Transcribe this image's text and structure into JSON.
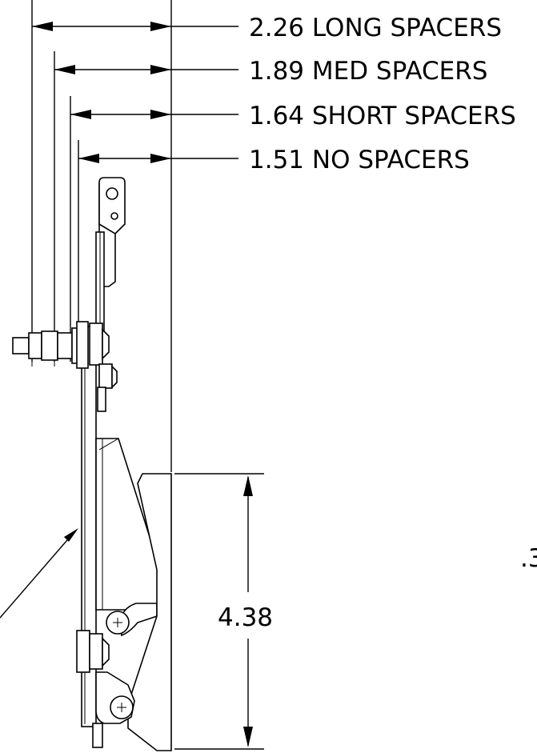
{
  "dimensions": {
    "long_spacers": "2.26 LONG SPACERS",
    "med_spacers": "1.89 MED SPACERS",
    "short_spacers": "1.64 SHORT SPACERS",
    "no_spacers": "1.51 NO SPACERS",
    "height": "4.38",
    "partial_label": ".3"
  }
}
